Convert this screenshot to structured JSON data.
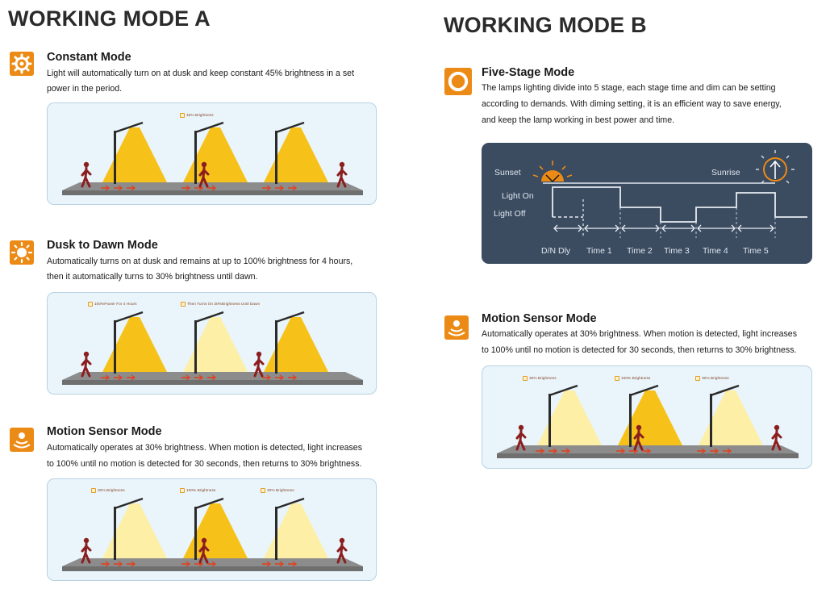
{
  "left": {
    "title": "WORKING MODE A",
    "modes": [
      {
        "title": "Constant Mode",
        "icon": "gear-icon",
        "desc_lines": [
          "Light will automatically turn on at dusk and keep constant 45% brightness in a set",
          "power in the period."
        ],
        "legends": [
          "45% Brightness"
        ]
      },
      {
        "title": "Dusk to Dawn Mode",
        "icon": "sun-icon",
        "desc_lines": [
          "Automatically turns on at dusk and remains at up to 100% brightness for 4 hours,",
          "then it automatically turns to 30% brightness until dawn."
        ],
        "legends": [
          "100%Power For 4 Hours",
          "Then Turns On 30%Brightness Until Dawn"
        ]
      },
      {
        "title": "Motion Sensor Mode",
        "icon": "motion-sensor-icon",
        "desc_lines": [
          "Automatically operates at 30% brightness. When motion is detected, light increases",
          "to 100% until no motion is detected for 30 seconds, then returns to 30% brightness."
        ],
        "legends": [
          "30% Brightness",
          "100% Brightness",
          "30% Brightness"
        ]
      }
    ]
  },
  "right": {
    "title": "WORKING MODE B",
    "modes": [
      {
        "title": "Five-Stage Mode",
        "icon": "ring-icon",
        "desc_lines": [
          "The lamps lighting divide into 5 stage, each stage time and dim can be setting",
          "according to demands. With diming setting, it is an efficient way to save energy,",
          "and keep the lamp working in best power and time."
        ]
      },
      {
        "title": "Motion Sensor Mode",
        "icon": "motion-sensor-icon",
        "desc_lines": [
          "Automatically operates at 30% brightness. When motion is detected, light increases",
          "to 100% until no motion is detected for 30 seconds, then returns to 30% brightness."
        ],
        "legends": [
          "30% Brightness",
          "100% Brightness",
          "30% Brightness"
        ]
      }
    ],
    "timing": {
      "sunset": "Sunset",
      "sunrise": "Sunrise",
      "light_on": "Light On",
      "light_off": "Light Off",
      "segments": [
        "D/N Dly",
        "Time 1",
        "Time 2",
        "Time 3",
        "Time 4",
        "Time 5"
      ]
    }
  },
  "colors": {
    "accent": "#ec8a16",
    "panel_bg": "#e9f4fb",
    "beam_full": "#f6c21a",
    "beam_dim": "#fdf0a6",
    "timing_bg": "#3b4b60"
  }
}
